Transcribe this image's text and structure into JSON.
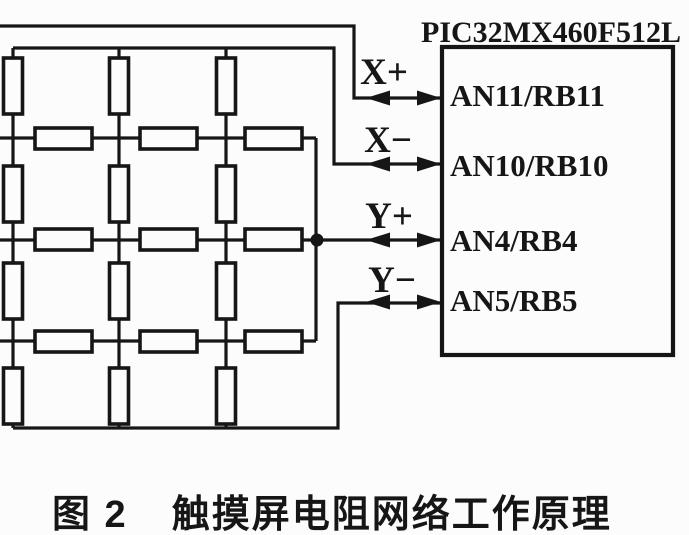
{
  "figure": {
    "caption_prefix": "图 2",
    "caption_text": "触摸屏电阻网络工作原理"
  },
  "mcu": {
    "title": "PIC32MX460F512L",
    "pins": [
      {
        "name": "AN11/RB11"
      },
      {
        "name": "AN10/RB10"
      },
      {
        "name": "AN4/RB4"
      },
      {
        "name": "AN5/RB5"
      }
    ]
  },
  "signals": [
    {
      "label": "X+",
      "pin": "AN11/RB11"
    },
    {
      "label": "X−",
      "pin": "AN10/RB10"
    },
    {
      "label": "Y+",
      "pin": "AN4/RB4"
    },
    {
      "label": "Y−",
      "pin": "AN5/RB5"
    }
  ],
  "network": {
    "description": "触摸屏电阻网络 (resistive touch panel mesh)",
    "vertical_resistor_columns": 3,
    "vertical_resistor_rows": 4,
    "horizontal_resistor_columns": 3,
    "horizontal_resistor_rows": 3
  },
  "colors": {
    "ink": "#161616",
    "background": "#fcfcfc"
  }
}
